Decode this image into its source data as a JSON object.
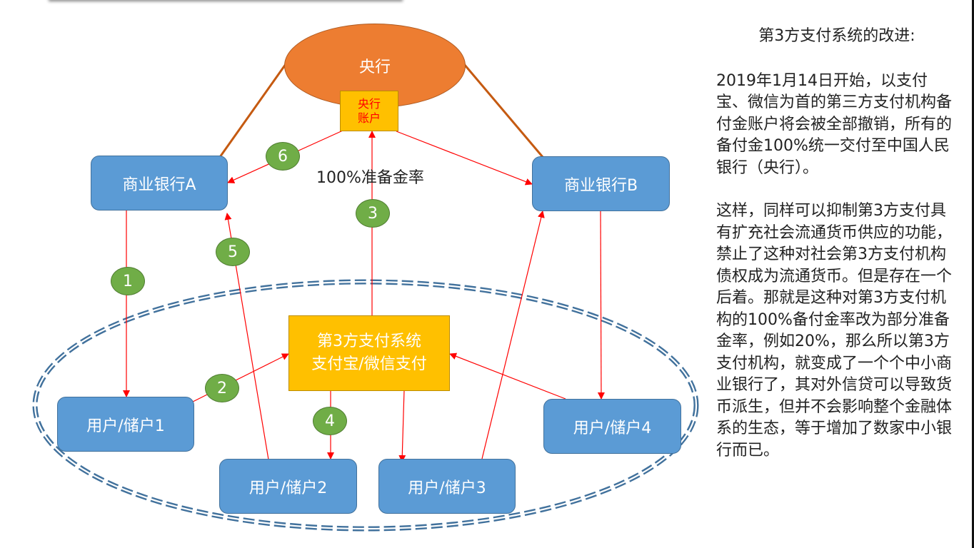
{
  "diagram": {
    "central_bank": "央行",
    "central_bank_account": [
      "央行",
      "账户"
    ],
    "bank_a": "商业银行A",
    "bank_b": "商业银行B",
    "third_party": [
      "第3方支付系统",
      "支付宝/微信支付"
    ],
    "users": [
      "用户/储户1",
      "用户/储户2",
      "用户/储户3",
      "用户/储户4"
    ],
    "reserve_label": "100%准备金率",
    "steps": [
      "1",
      "2",
      "3",
      "4",
      "5",
      "6"
    ],
    "colors": {
      "bank_fill": "#5b9bd5",
      "central_fill": "#ed7d31",
      "account_fill": "#ffc000",
      "step_fill": "#70ad47",
      "arrow": "#ff0000",
      "link": "#c55a11",
      "boundary": "#41719c"
    }
  },
  "panel": {
    "title": "第3方支付系统的改进:",
    "paragraphs": [
      "2019年1月14日开始，以支付宝、微信为首的第三方支付机构备付金账户将会被全部撤销，所有的备付金100%统一交付至中国人民银行（央行）。",
      "这样，同样可以抑制第3方支付具有扩充社会流通货币供应的功能，禁止了这种对社会第3方支付机构债权成为流通货币。但是存在一个后着。那就是这种对第3方支付机构的100%备付金率改为部分准备金率，例如20%，那么所以第3方支付机构，就变成了一个个中小商业银行了，其对外信贷可以导致货币派生，但并不会影响整个金融体系的生态，等于增加了数家中小银行而已。"
    ]
  }
}
